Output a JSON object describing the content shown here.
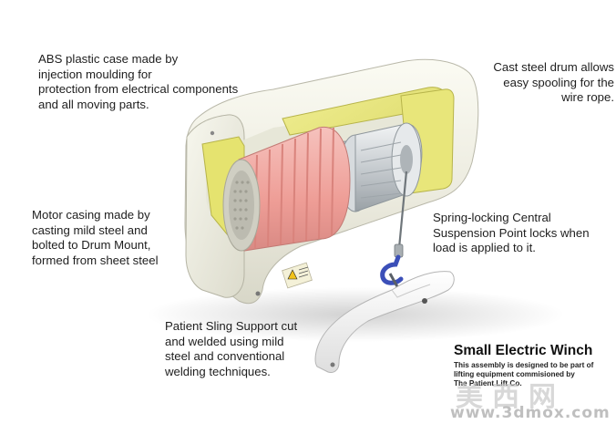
{
  "annotations": {
    "case": "ABS plastic case made by\ninjection moulding for\nprotection from electrical components\nand all moving parts.",
    "drum": "Cast steel drum allows\neasy spooling for the\nwire rope.",
    "motor": "Motor casing made by\ncasting mild steel and\nbolted to Drum Mount,\nformed from sheet steel",
    "suspension": "Spring-locking Central\nSuspension Point locks when\nload is applied to it.",
    "sling": "Patient Sling Support cut\nand welded using mild\nsteel and conventional\nwelding techniques."
  },
  "title_block": {
    "title": "Small Electric Winch",
    "subtitle": "This assembly is designed to be part of\nlifting equipment commisioned by\nThe Patient Lift Co."
  },
  "watermark": {
    "chinese": "美西网",
    "url": "www.3dmox.com"
  },
  "colors": {
    "case": "#efefe2",
    "motor": "#f2a6a0",
    "mount": "#e2e070",
    "drum": "#cfd3d6",
    "hook": "#3b4fb8"
  }
}
